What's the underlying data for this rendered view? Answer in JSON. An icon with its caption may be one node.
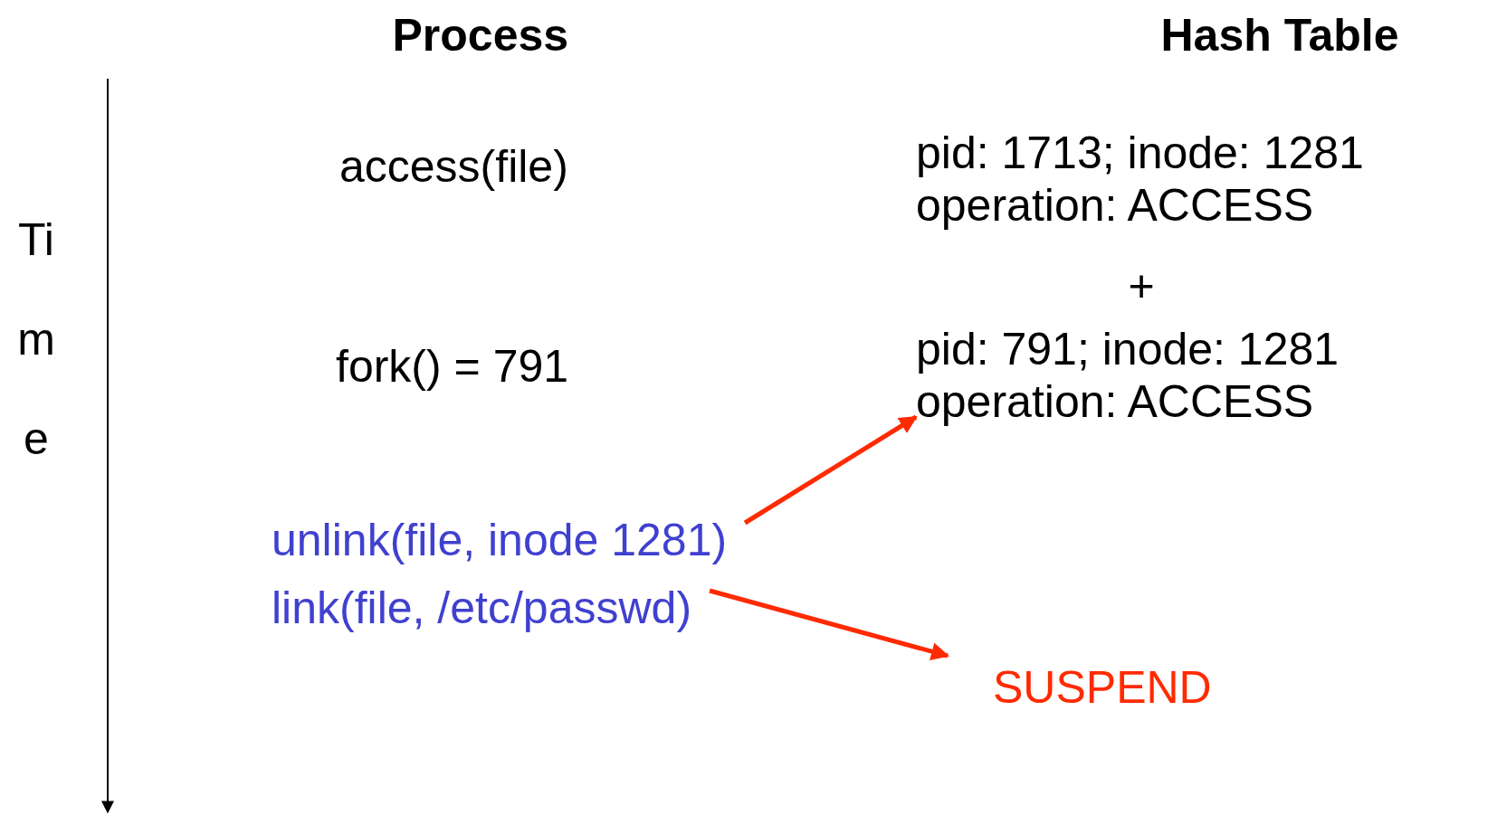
{
  "diagram": {
    "nodes": [
      {
        "text": [
          "unlink(file, inode 1281)"
        ]
      },
      {
        "text": [
          "link(file, /etc/passwd)"
        ]
      },
      {
        "text": [
          "pid: 791; inode: 1281 operation: ACCESS"
        ]
      },
      {
        "text": [
          "SUSPEND"
        ]
      }
    ],
    "edges": [
      {
        "from": 0,
        "to": 2,
        "arrow": "to"
      },
      {
        "from": 1,
        "to": 3,
        "arrow": "to"
      }
    ],
    "labels": [
      "Process",
      "Hash Table",
      "access(file)",
      "pid: 1713; inode: 1281 operation: ACCESS",
      "+",
      "Time",
      "fork() = 791"
    ]
  }
}
